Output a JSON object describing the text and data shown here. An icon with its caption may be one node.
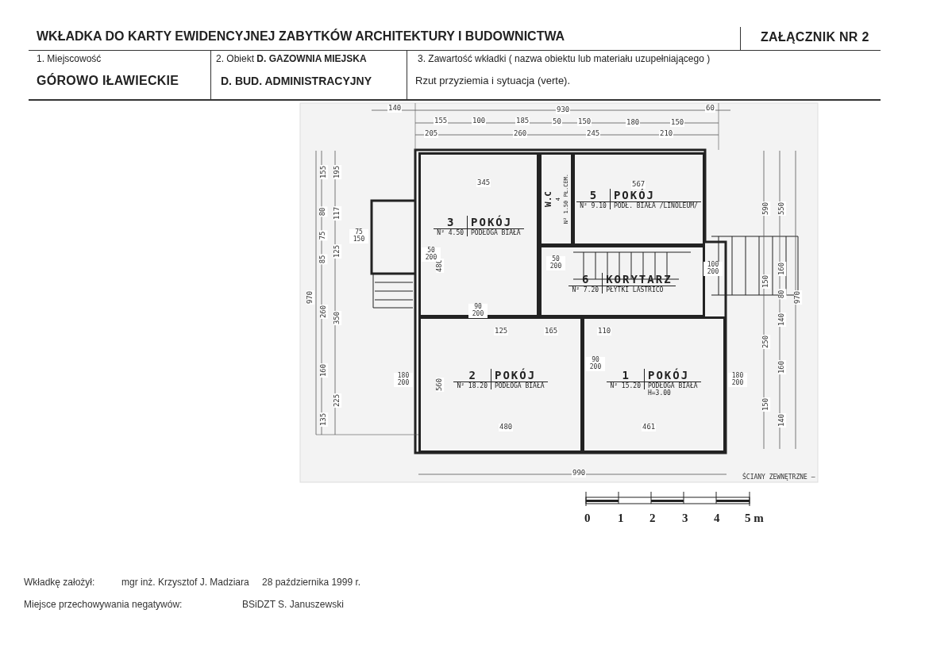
{
  "diagram": {
    "title": "WKŁADKA DO KARTY EWIDENCYJNEJ ZABYTKÓW ARCHITEKTURY I BUDOWNICTWA",
    "nodes": [
      {
        "text": [
          "3",
          "POKÓJ",
          "N² 4.50",
          "PODŁOGA BIAŁA"
        ]
      },
      {
        "text": [
          "W.C",
          "4",
          "N² 1.50 PŁ.CEM."
        ]
      },
      {
        "text": [
          "5",
          "POKÓJ",
          "N² 9.10",
          "PODŁ. BIAŁA /LINOLEUM/"
        ]
      },
      {
        "text": [
          "6",
          "KORYTARZ",
          "N² 7.20",
          "PŁYTKI LASTRICO"
        ]
      },
      {
        "text": [
          "2",
          "POKÓJ",
          "N² 18.20",
          "PODŁOGA BIAŁA"
        ]
      },
      {
        "text": [
          "1",
          "POKÓJ",
          "N² 15.20",
          "PODŁOGA BIAŁA",
          "H=3.00"
        ]
      }
    ],
    "labels": [
      "ZAŁĄCZNIK NR 2",
      "1. Miejscowość",
      "GÓROWO IŁAWIECKIE",
      "2. Obiekt **D. GAZOWNIA MIEJSKA**",
      "D. BUD. ADMINISTRACYJNY",
      "3. Zawartość wkładki ( nazwa obiektu lub materiału uzupełniającego )",
      "Rzut przyziemia i sytuacja (verte).",
      "140",
      "930",
      "60",
      "155",
      "100",
      "185",
      "50",
      "150",
      "180",
      "150",
      "205",
      "260",
      "245",
      "210",
      "155",
      "195",
      "80",
      "117",
      "75",
      "125",
      "85",
      "970",
      "260",
      "350",
      "160",
      "225",
      "135",
      "590",
      "550",
      "160",
      "150",
      "80",
      "970",
      "250",
      "140",
      "160",
      "150",
      "140",
      "990",
      "345",
      "567",
      "480",
      "125",
      "165",
      "110",
      "560",
      "480",
      "461",
      "75 150",
      "50 200",
      "50 200",
      "180 200",
      "180 200",
      "90 200",
      "90 200",
      "100 200",
      "ŚCIANY ZEWNĘTRZNE –",
      "0",
      "1",
      "2",
      "3",
      "4",
      "5 m",
      "Wkładkę założył:",
      "mgr inż. Krzysztof J. Madziara",
      "28 października 1999 r.",
      "Miejsce przechowywania negatywów:",
      "BSiDZT S. Januszewski"
    ]
  }
}
